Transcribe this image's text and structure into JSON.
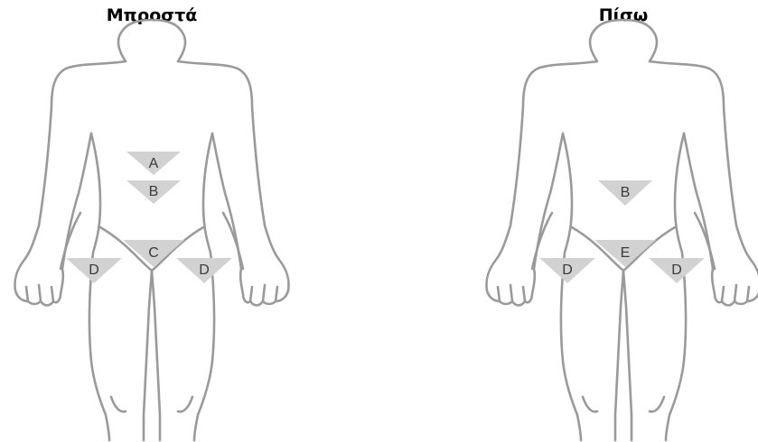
{
  "front": {
    "title": "Μπροστά",
    "zones": [
      {
        "id": "A",
        "label": "A"
      },
      {
        "id": "B",
        "label": "B"
      },
      {
        "id": "C",
        "label": "C"
      },
      {
        "id": "D-left",
        "label": "D"
      },
      {
        "id": "D-right",
        "label": "D"
      }
    ]
  },
  "back": {
    "title": "Πίσω",
    "zones": [
      {
        "id": "B",
        "label": "B"
      },
      {
        "id": "E",
        "label": "E"
      },
      {
        "id": "D-left",
        "label": "D"
      },
      {
        "id": "D-right",
        "label": "D"
      }
    ]
  },
  "colors": {
    "outline": "#9a9a9a",
    "zone_fill": "#d2d2d2",
    "zone_text": "#3a3a3a"
  }
}
